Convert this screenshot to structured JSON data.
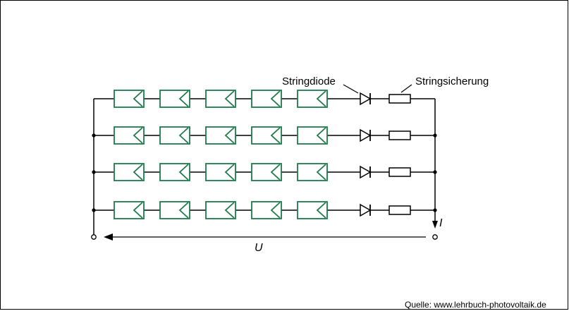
{
  "labels": {
    "string_diode": "Stringdiode",
    "string_fuse": "Stringsicherung",
    "current": "I",
    "voltage": "U"
  },
  "source": "Quelle: www.lehrbuch-photovoltaik.de",
  "strings": [
    {
      "modules": 5
    },
    {
      "modules": 5
    },
    {
      "modules": 5
    },
    {
      "modules": 5
    }
  ],
  "colors": {
    "module": "#1e7a4a",
    "wire": "#000000"
  }
}
